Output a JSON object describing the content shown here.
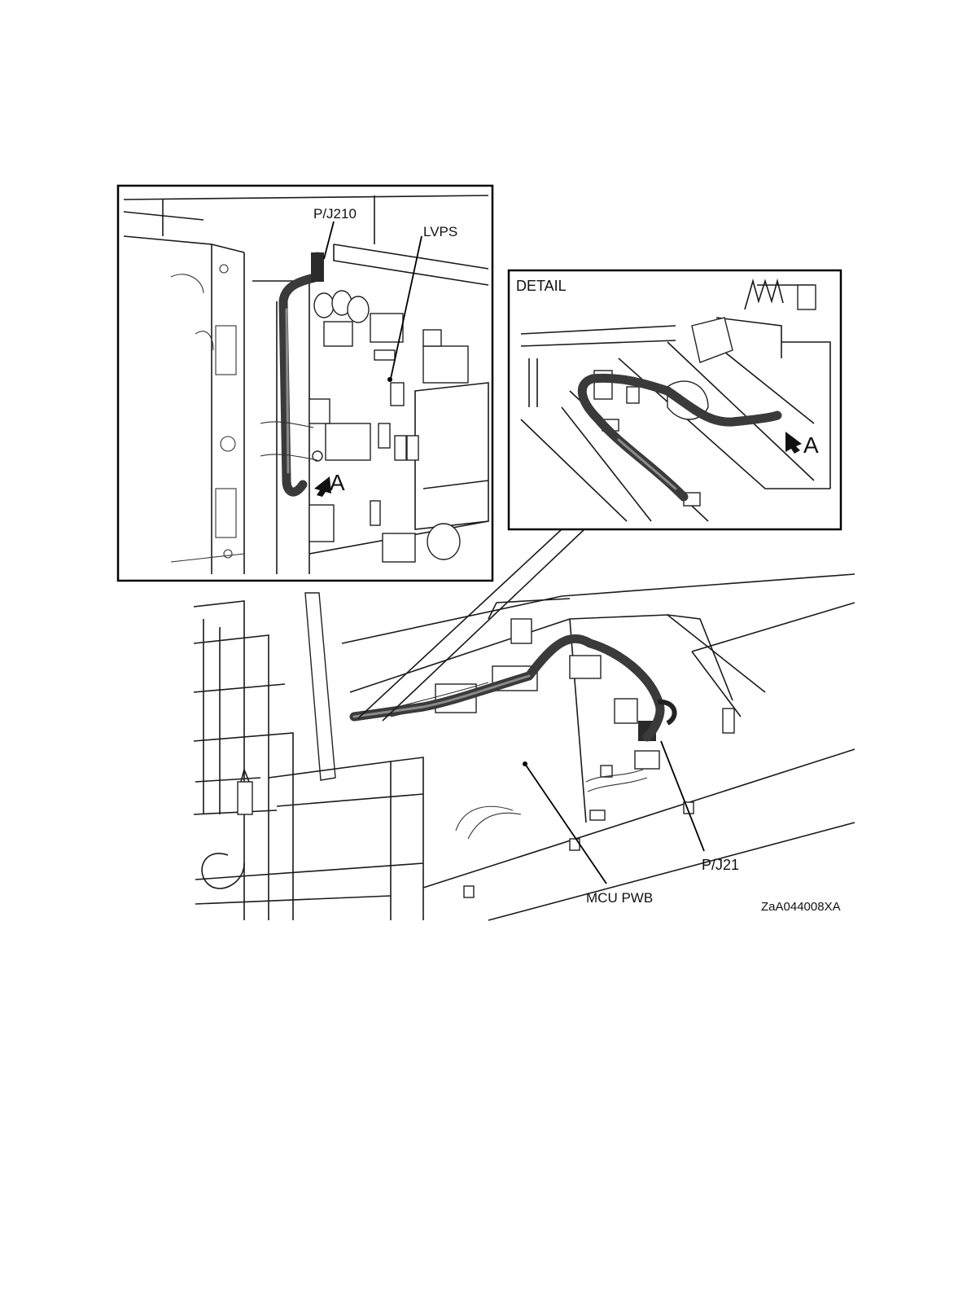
{
  "labels": {
    "pj210": "P/J210",
    "lvps": "LVPS",
    "detail": "DETAIL",
    "arrow_a_main": "A",
    "arrow_a_detail": "A",
    "pj21": "P/J21",
    "mcu_pwb": "MCU PWB",
    "figure_id": "ZaA044008XA"
  },
  "colors": {
    "harness": "#3a3a3a",
    "line": "#1a1a1a",
    "background": "#ffffff"
  }
}
